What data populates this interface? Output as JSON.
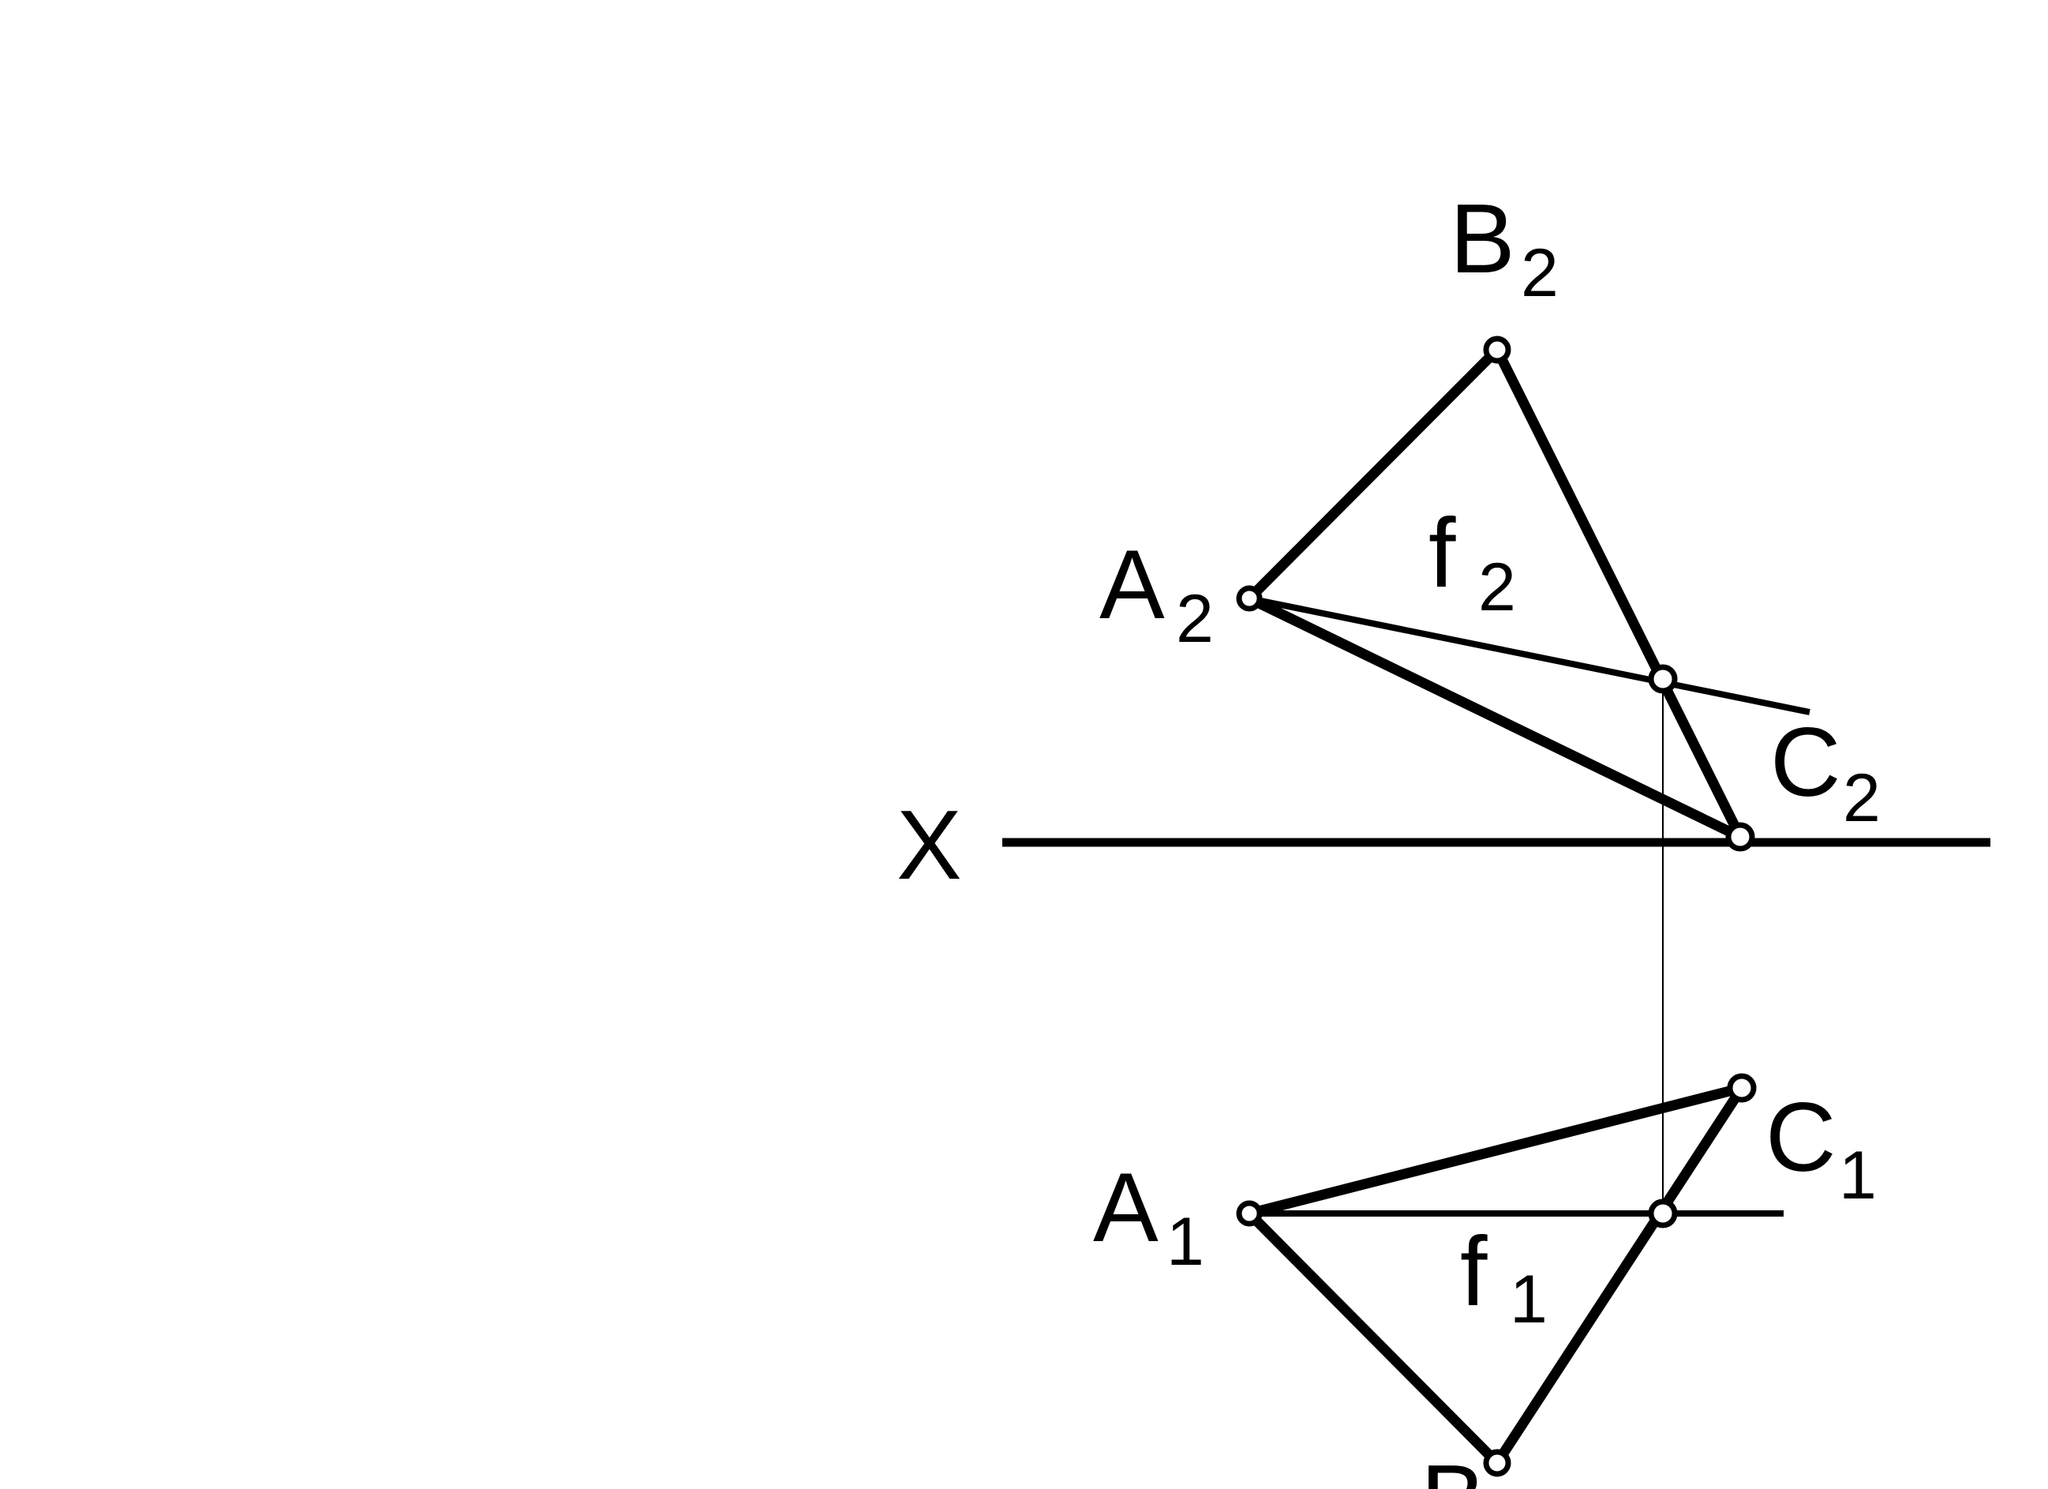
{
  "labels": {
    "axis": "X",
    "b2_letter": "B",
    "b2_sub": "2",
    "a2_letter": "A",
    "a2_sub": "2",
    "f2_letter": "f",
    "f2_sub": "2",
    "c2_letter": "C",
    "c2_sub": "2",
    "a1_letter": "A",
    "a1_sub": "1",
    "c1_letter": "C",
    "c1_sub": "1",
    "f1_letter": "f",
    "f1_sub": "1",
    "b1_letter": "B"
  },
  "colors": {
    "ink": "#000000",
    "background": "#ffffff"
  }
}
